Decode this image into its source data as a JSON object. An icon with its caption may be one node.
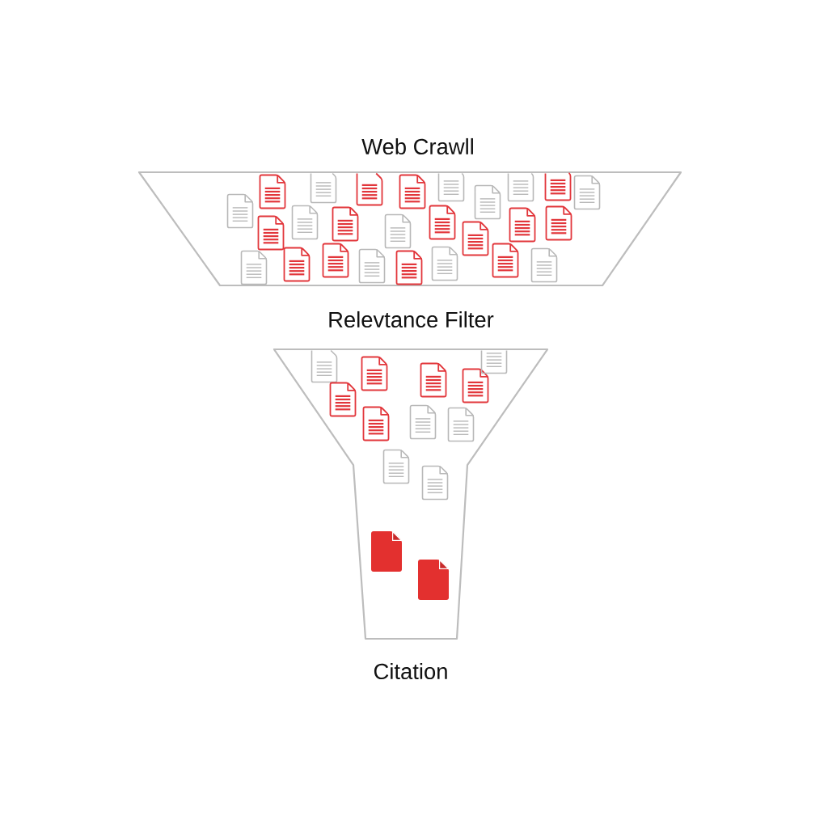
{
  "diagram": {
    "nodes": [
      {
        "text": [
          "Web Crawll"
        ]
      },
      {
        "text": [
          "Relevtance Filter"
        ],
        "beside": [
          "Citation"
        ]
      }
    ]
  }
}
